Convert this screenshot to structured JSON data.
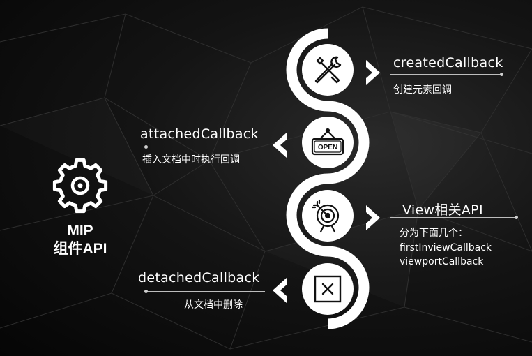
{
  "center": {
    "line1": "MIP",
    "line2": "组件API",
    "icon": "gear-icon"
  },
  "steps": [
    {
      "title": "createdCallback",
      "desc": [
        "创建元素回调"
      ],
      "icon": "tools-icon",
      "side": "right"
    },
    {
      "title": "attachedCallback",
      "desc": [
        "插入文档中时执行回调"
      ],
      "icon": "open-sign-icon",
      "side": "left",
      "sign_text": "OPEN"
    },
    {
      "title": "View相关API",
      "desc": [
        "分为下面几个：",
        "firstInviewCallback",
        "viewportCallback"
      ],
      "icon": "target-icon",
      "side": "right"
    },
    {
      "title": "detachedCallback",
      "desc": [
        "从文档中删除"
      ],
      "icon": "close-box-icon",
      "side": "left"
    }
  ],
  "colors": {
    "background": "#0b0b0b",
    "foreground": "#ffffff",
    "rule": "#bdbdbd"
  }
}
